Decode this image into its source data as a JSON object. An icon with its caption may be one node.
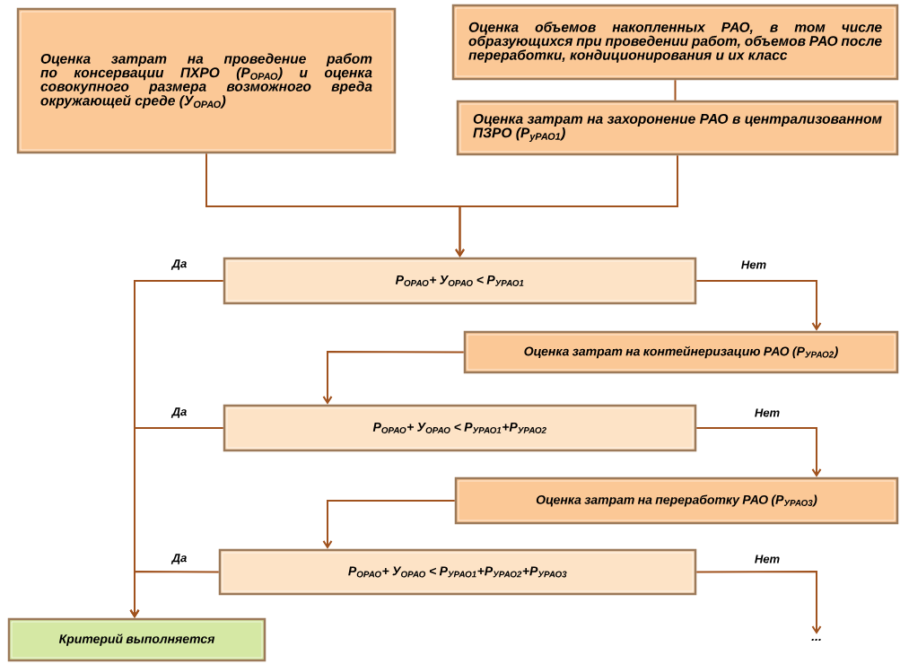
{
  "diagram": {
    "nodes": [
      {
        "text": [
          "Оценка затрат на проведение работ по консервации ПХРО (Р$_{ОРАО}$) и оценка совокупного размера возможного вреда окружающей среде (У$_{ОРАО}$)"
        ]
      },
      {
        "text": [
          "Оценка объемов накопленных РАО, в том числе образующихся при проведении работ, объемов РАО после переработки, кондиционирования и их класс"
        ]
      },
      {
        "text": [
          "Оценка затрат на захоронение РАО в централизованном ПЗРО (Р$_{уРАО1}$)"
        ]
      },
      {
        "text": [
          "Р$_{ОРАО}$+ У$_{ОРАО}$ < Р$_{УРАО1}$"
        ]
      },
      {
        "text": [
          "Оценка затрат на контейнеризацию РАО (Р$_{УРАО2}$)"
        ]
      },
      {
        "text": [
          "Р$_{ОРАО}$+ У$_{ОРАО}$ < Р$_{УРАО1}$+Р$_{УРАО2}$"
        ]
      },
      {
        "text": [
          "Оценка затрат на переработку РАО (Р$_{УРАО3}$)"
        ]
      },
      {
        "text": [
          "Р$_{ОРАО}$+ У$_{ОРАО}$ < Р$_{УРАО1}$+Р$_{УРАО2}$+Р$_{УРАО3}$"
        ]
      },
      {
        "text": [
          "Критерий выполняется"
        ]
      },
      {
        "text": [
          "..."
        ]
      }
    ],
    "edges": [
      {
        "from": 0,
        "to": 3,
        "arrow": "to"
      },
      {
        "from": 1,
        "to": 2,
        "arrow": "none"
      },
      {
        "from": 2,
        "to": 3,
        "arrow": "to"
      },
      {
        "from": 3,
        "to": 4,
        "arrow": "to",
        "label": "Нет"
      },
      {
        "from": 4,
        "to": 5,
        "arrow": "to"
      },
      {
        "from": 5,
        "to": 6,
        "arrow": "to",
        "label": "Нет"
      },
      {
        "from": 6,
        "to": 7,
        "arrow": "to"
      },
      {
        "from": 7,
        "to": 9,
        "arrow": "to",
        "label": "Нет"
      },
      {
        "from": 3,
        "to": 8,
        "arrow": "to",
        "label": "Да"
      },
      {
        "from": 5,
        "to": 8,
        "arrow": "to",
        "label": "Да"
      },
      {
        "from": 7,
        "to": 8,
        "arrow": "to",
        "label": "Да"
      }
    ]
  }
}
